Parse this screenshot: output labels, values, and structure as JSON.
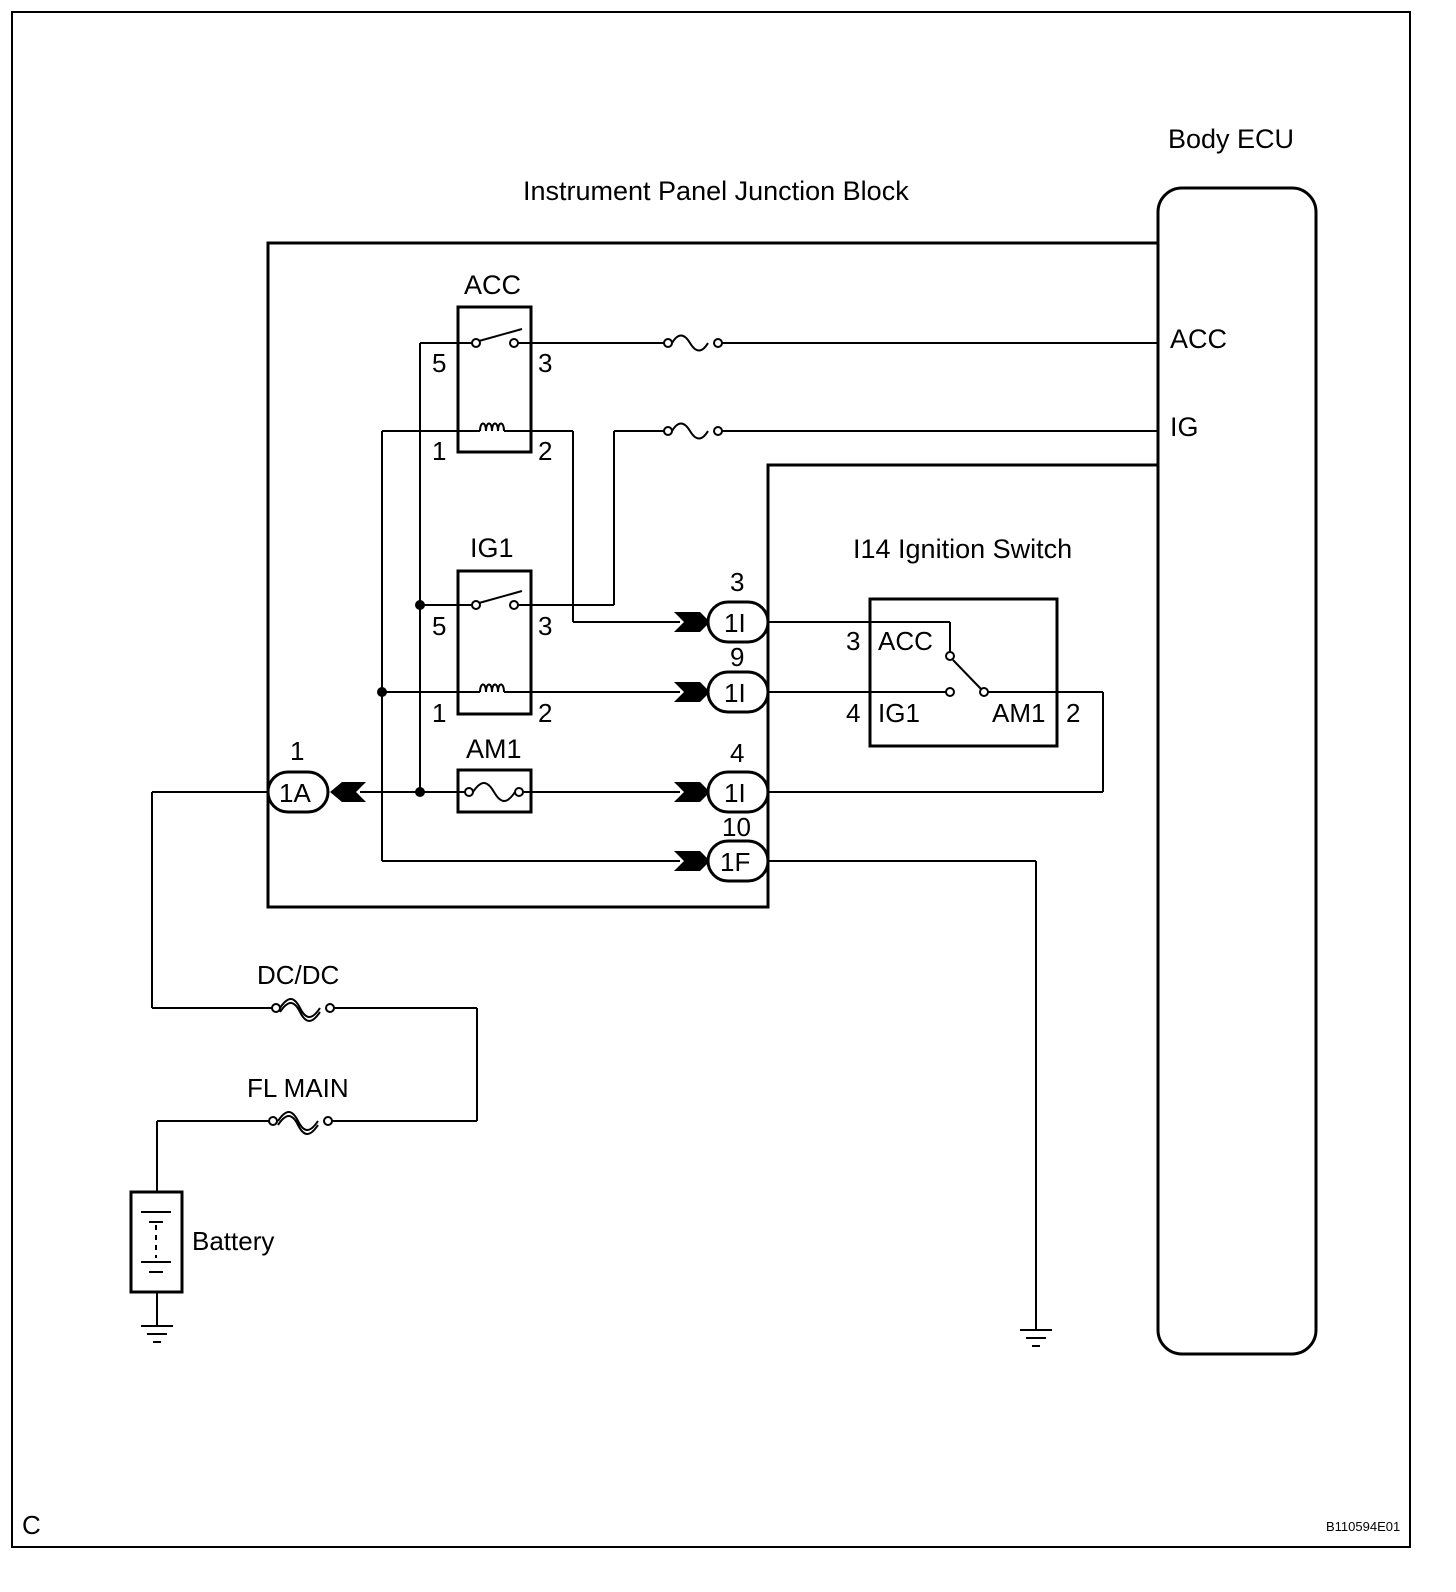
{
  "labels": {
    "body_ecu": "Body ECU",
    "junction_block": "Instrument Panel Junction Block",
    "ignition_switch": "I14 Ignition Switch",
    "ecu_acc": "ACC",
    "ecu_ig": "IG",
    "relay_acc": "ACC",
    "relay_ig1": "IG1",
    "fuse_am1": "AM1",
    "fuse_dcdc": "DC/DC",
    "fuse_flmain": "FL MAIN",
    "battery": "Battery",
    "corner_mark": "C",
    "figure_code": "B110594E01"
  },
  "relay_acc_pins": {
    "p5": "5",
    "p3": "3",
    "p1": "1",
    "p2": "2"
  },
  "relay_ig1_pins": {
    "p5": "5",
    "p3": "3",
    "p1": "1",
    "p2": "2"
  },
  "connectors": {
    "c1a": {
      "id": "1A",
      "pin": "1"
    },
    "c1i_3": {
      "id": "1I",
      "pin": "3"
    },
    "c1i_9": {
      "id": "1I",
      "pin": "9"
    },
    "c1i_4": {
      "id": "1I",
      "pin": "4"
    },
    "c1f_10": {
      "id": "1F",
      "pin": "10"
    }
  },
  "ignition_switch_terminals": {
    "acc_pin": "3",
    "acc": "ACC",
    "ig1_pin": "4",
    "ig1": "IG1",
    "am1": "AM1",
    "am1_pin": "2"
  }
}
